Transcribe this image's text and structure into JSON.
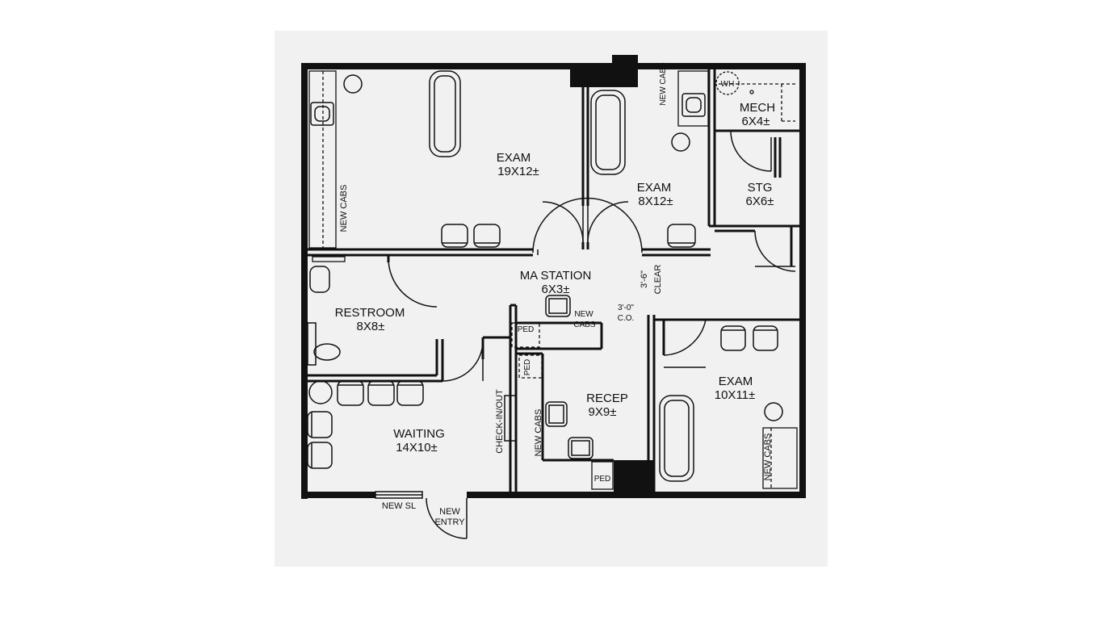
{
  "rooms": {
    "exam1": {
      "name": "EXAM",
      "size": "19X12±"
    },
    "exam2": {
      "name": "EXAM",
      "size": "8X12±"
    },
    "mech": {
      "name": "MECH",
      "size": "6X4±"
    },
    "stg": {
      "name": "STG",
      "size": "6X6±"
    },
    "ma_station": {
      "name": "MA STATION",
      "size": "6X3±"
    },
    "restroom": {
      "name": "RESTROOM",
      "size": "8X8±"
    },
    "recep": {
      "name": "RECEP",
      "size": "9X9±"
    },
    "waiting": {
      "name": "WAITING",
      "size": "14X10±"
    },
    "exam3": {
      "name": "EXAM",
      "size": "10X11±"
    }
  },
  "notes": {
    "new_cabs": "NEW CABS",
    "wh": "WH",
    "ped": "PED",
    "check_in_out": "CHECK-IN/OUT",
    "clear_dim": "3'-6\"",
    "clear": "CLEAR",
    "co_dim": "3'-0\"",
    "co": "C.O.",
    "new_sl": "NEW SL",
    "new": "NEW",
    "entry": "ENTRY"
  }
}
